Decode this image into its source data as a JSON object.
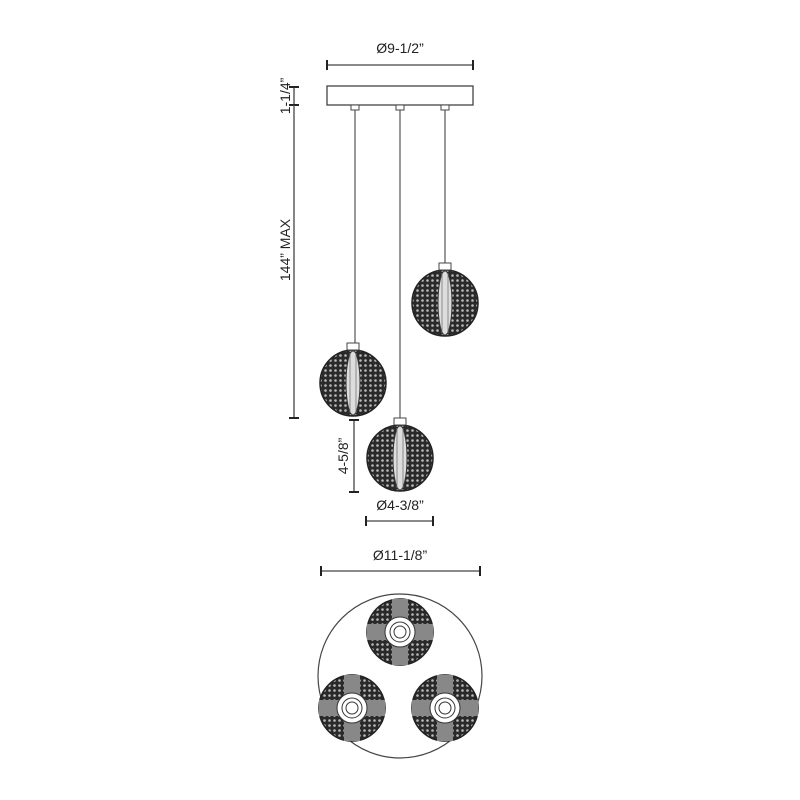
{
  "dimensions": {
    "canopy_diameter": "Ø9-1/2”",
    "canopy_height": "1-1/4”",
    "overall_height": "144” MAX",
    "globe_height": "4-5/8”",
    "globe_diameter": "Ø4-3/8”",
    "overall_diameter": "Ø11-1/8”"
  },
  "colors": {
    "line": "#444444",
    "mesh": "#2a2a2a"
  }
}
